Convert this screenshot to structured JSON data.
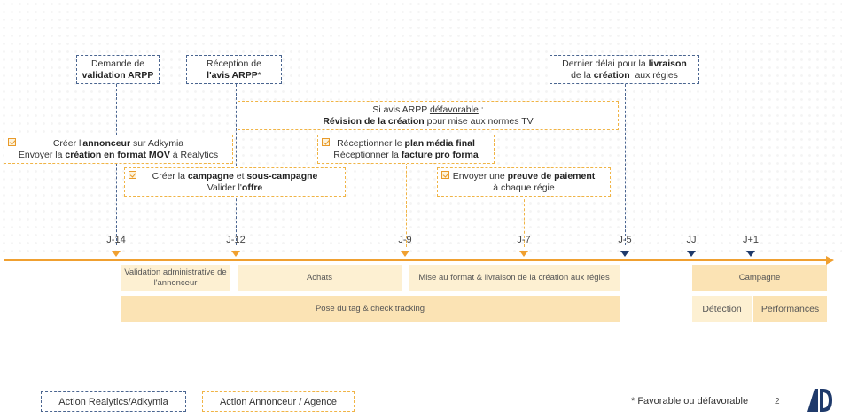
{
  "top_boxes": {
    "demande": {
      "l1": "Demande de",
      "l2": "validation ARPP"
    },
    "reception": {
      "l1": "Réception de",
      "l2": "l'avis ARPP",
      "l2_suffix": "*"
    },
    "dernier": {
      "l1a": "Dernier délai pour la ",
      "l1b": "livraison",
      "l2a": "de la ",
      "l2b": "création",
      "l2c": "  aux régies"
    }
  },
  "si_avis": {
    "l1a": "Si avis ARPP ",
    "l1b": "défavorable",
    "l1c": " :",
    "l2a": "Révision de la création",
    "l2b": " pour mise aux normes TV"
  },
  "creer_annonceur": {
    "l1a": "Créer l'",
    "l1b": "annonceur",
    "l1c": " sur Adkymia",
    "l2a": "Envoyer la ",
    "l2b": "création en format MOV",
    "l2c": " à Realytics"
  },
  "creer_campagne": {
    "l1a": "Créer la ",
    "l1b": "campagne",
    "l1c": " et ",
    "l1d": "sous-campagne",
    "l2a": "Valider l'",
    "l2b": "offre"
  },
  "receptionner": {
    "l1a": "Réceptionner le ",
    "l1b": "plan média final",
    "l2a": "Réceptionner la ",
    "l2b": "facture pro forma"
  },
  "envoyer_preuve": {
    "l1a": "Envoyer une ",
    "l1b": "preuve de paiement",
    "l2": "à chaque régie"
  },
  "timeline": {
    "ticks": [
      "J-14",
      "J-12",
      "J-9",
      "J-7",
      "J-5",
      "JJ",
      "J+1"
    ]
  },
  "bars": {
    "validation": "Validation administrative de l'annonceur",
    "achats": "Achats",
    "mise_format": "Mise au format & livraison de la création aux régies",
    "campagne": "Campagne",
    "pose_tag": "Pose du tag & check tracking",
    "detection": "Détection",
    "performances": "Performances"
  },
  "footer": {
    "legend_blue": "Action Realytics/Adkymia",
    "legend_orange": "Action Annonceur / Agence",
    "note": "* Favorable ou défavorable",
    "page": "2",
    "logo_text": "AD"
  },
  "colors": {
    "orange": "#f0a030",
    "navy": "#1f3a6b",
    "bar_light": "#fdf0d2",
    "bar_mid": "#fbe3b4"
  }
}
